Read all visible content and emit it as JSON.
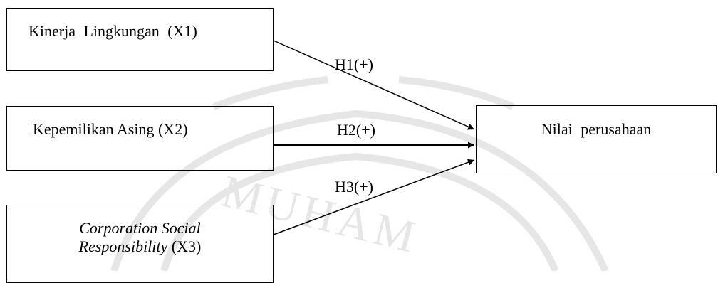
{
  "diagram": {
    "sources": [
      {
        "id": "x1",
        "label": "Kinerja  Lingkungan  (X1)"
      },
      {
        "id": "x2",
        "label": "Kepemilikan Asing (X2)"
      },
      {
        "id": "x3",
        "label_line1": "Corporation Social",
        "label_line2_italic": "Responsibility",
        "label_line2_suffix": " (X3)"
      }
    ],
    "target": {
      "id": "y",
      "label": "Nilai  perusahaan"
    },
    "hypotheses": [
      {
        "id": "H1",
        "label": "H1(+)",
        "from": "x1",
        "to": "y"
      },
      {
        "id": "H2",
        "label": "H2(+)",
        "from": "x2",
        "to": "y"
      },
      {
        "id": "H3",
        "label": "H3(+)",
        "from": "x3",
        "to": "y"
      }
    ],
    "watermark_text": "MUHAM",
    "colors": {
      "line": "#000000",
      "watermark": "#e6e6e6"
    }
  }
}
